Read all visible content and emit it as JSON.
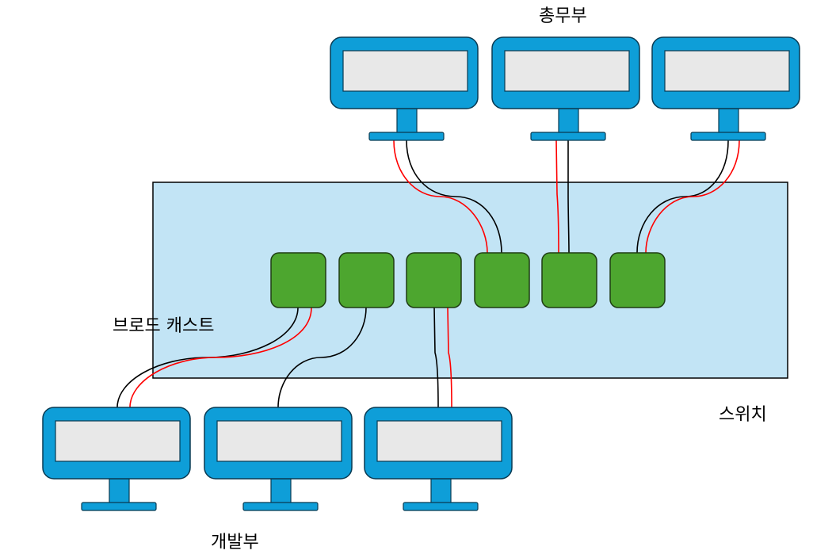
{
  "labels": {
    "top_group": "총무부",
    "bottom_group": "개발부",
    "switch": "스위치",
    "broadcast": "브로드 캐스트"
  },
  "colors": {
    "switch_fill": "#c2e4f5",
    "port_fill": "#4da62f",
    "monitor_fill": "#0e9ed8",
    "screen_fill": "#e8e8e8",
    "broadcast_line": "#ff0000",
    "cable": "#000000"
  }
}
